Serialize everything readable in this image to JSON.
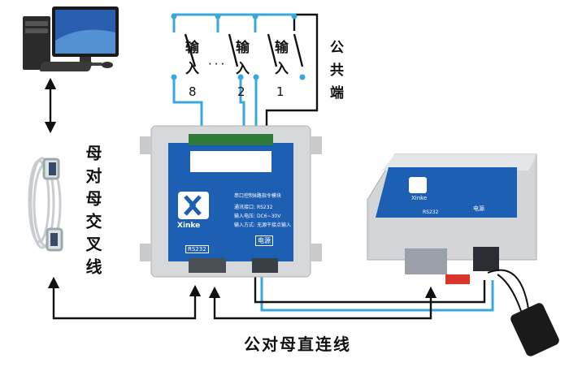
{
  "switch_labels": {
    "input8_line1": "输",
    "input8_line2": "入",
    "input2_line1": "输",
    "input2_line2": "入",
    "input1_line1": "输",
    "input1_line2": "入",
    "dots": "···",
    "common_line1": "公",
    "common_line2": "共",
    "common_line3": "端",
    "num8": "8",
    "num2": "2",
    "num1": "1"
  },
  "cable_labels": {
    "crossover": "母对母交叉线",
    "straight": "公对母直连线"
  },
  "module_left": {
    "brand": "Xinke",
    "title": "串口控制8路指令模块",
    "spec1_label": "通讯接口:",
    "spec1_value": "RS232",
    "spec2_label": "输入电压:",
    "spec2_value": "DC6~30V",
    "spec3_label": "输入方式:",
    "spec3_value": "无源干接点输入",
    "port_label": "RS232",
    "power_label": "电源"
  },
  "module_right": {
    "brand": "Xinke",
    "port_label": "RS232",
    "power_label": "电源"
  },
  "colors": {
    "wire_blue": "#3aa7dc",
    "wire_black": "#111111",
    "module_blue": "#1d5fb3",
    "housing_gray": "#d6d8da"
  }
}
